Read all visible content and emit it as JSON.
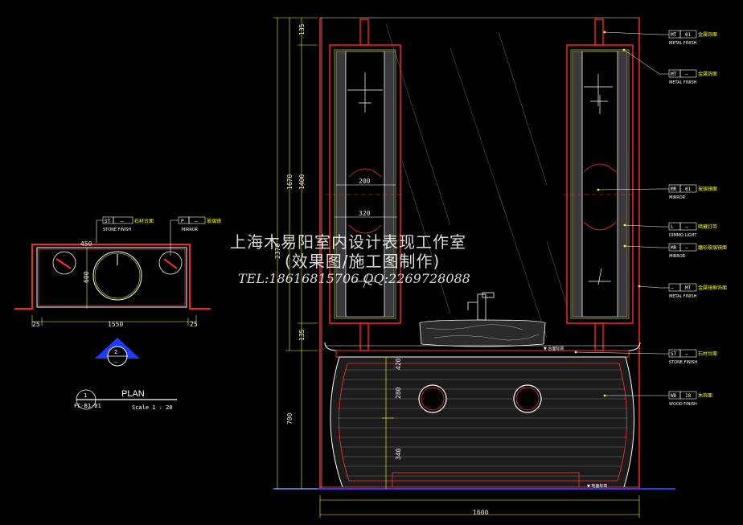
{
  "plan": {
    "tags": [
      {
        "code": "ST",
        "num": "–",
        "sub": "STONE FINISH",
        "cn": "石材台面"
      },
      {
        "code": "P",
        "num": "–",
        "sub": "MIRROR",
        "cn": "玻璃镜"
      }
    ],
    "dims": {
      "width": "1550",
      "depth": "600",
      "left": "25",
      "right": "25",
      "r": "450"
    },
    "section_no": "2",
    "section_sheet": "–",
    "title": "PLAN",
    "ref_no": "1",
    "ref_sheet": "FC-B1-01",
    "scale": "Scale 1 : 20"
  },
  "elevation": {
    "dims": {
      "top": "135",
      "mirror": "1400",
      "total_upper": "1670",
      "overall": "2370",
      "lower_gap": "135",
      "cabinet": "700",
      "ring_h": "280",
      "base_h": "340",
      "bottom_w": "1600",
      "mirror_w": "200",
      "mirror_w2": "320",
      "mid": "420"
    },
    "tags": [
      {
        "code": "MT",
        "num": "01",
        "sub": "METAL FINISH",
        "cn": "金属饰面"
      },
      {
        "code": "MT",
        "num": "–",
        "sub": "METAL FINISH",
        "cn": "金属饰面"
      },
      {
        "code": "MR",
        "num": "01",
        "sub": "MIRROR",
        "cn": "玻璃镜面"
      },
      {
        "code": "L",
        "num": "–",
        "sub": "DIMMO LIGHT",
        "cn": "暗藏灯带"
      },
      {
        "code": "MR",
        "num": "–",
        "sub": "MIRROR",
        "cn": "磨砂玻璃镜面"
      },
      {
        "code": "–",
        "num": "MT",
        "sub": "METAL FINISH",
        "cn": "金属镜框饰面"
      },
      {
        "code": "ST",
        "num": "–",
        "sub": "STONE FINISH",
        "cn": "石材台面"
      },
      {
        "code": "WD",
        "num": "18",
        "sub": "WOOD FINISH",
        "cn": "木饰面"
      }
    ],
    "levels": [
      "▼ 台面标高",
      "▼ 地面标高"
    ]
  },
  "watermark": {
    "line1": "上海木易阳室内设计表现工作室",
    "line2": "(效果图/施工图制作)",
    "line3": "TEL:18616815706 QQ:2269728088"
  }
}
